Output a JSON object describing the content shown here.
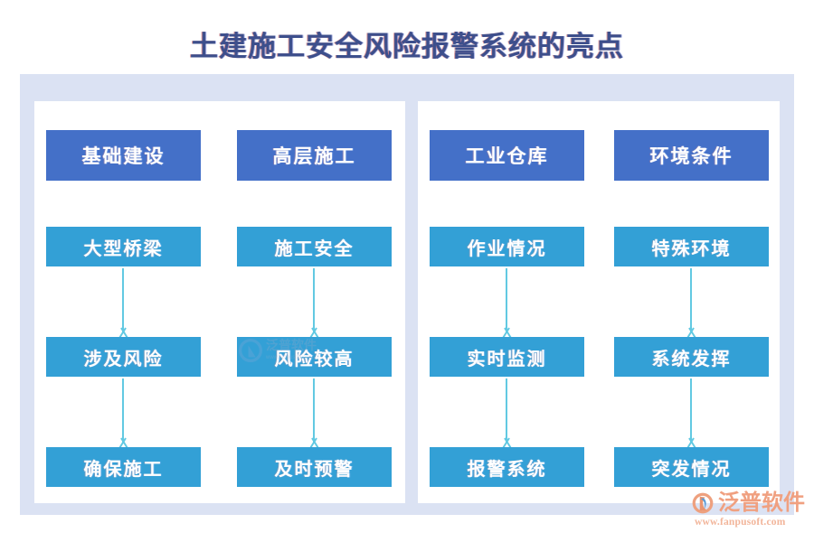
{
  "page": {
    "title": "土建施工安全风险报警系统的亮点",
    "title_color": "#3d4f8c",
    "frame_color": "#dbe2f3",
    "panel_color": "#ffffff",
    "box_dark_color": "#4470c8",
    "box_light_color": "#33a0d6",
    "arrow_color": "#62c9e2"
  },
  "flows": [
    {
      "id": "flow-1",
      "steps": [
        {
          "label": "基础建设",
          "style": "dark"
        },
        {
          "label": "大型桥梁",
          "style": "light"
        },
        {
          "label": "涉及风险",
          "style": "light"
        },
        {
          "label": "确保施工",
          "style": "light"
        }
      ]
    },
    {
      "id": "flow-2",
      "steps": [
        {
          "label": "高层施工",
          "style": "dark"
        },
        {
          "label": "施工安全",
          "style": "light"
        },
        {
          "label": "风险较高",
          "style": "light"
        },
        {
          "label": "及时预警",
          "style": "light"
        }
      ]
    },
    {
      "id": "flow-3",
      "steps": [
        {
          "label": "工业仓库",
          "style": "dark"
        },
        {
          "label": "作业情况",
          "style": "light"
        },
        {
          "label": "实时监测",
          "style": "light"
        },
        {
          "label": "报警系统",
          "style": "light"
        }
      ]
    },
    {
      "id": "flow-4",
      "steps": [
        {
          "label": "环境条件",
          "style": "dark"
        },
        {
          "label": "特殊环境",
          "style": "light"
        },
        {
          "label": "系统发挥",
          "style": "light"
        },
        {
          "label": "突发情况",
          "style": "light"
        }
      ]
    }
  ],
  "watermark": {
    "brand": "泛普软件",
    "url": "www.fanpusoft.com",
    "brand_color": "#f0a080"
  }
}
